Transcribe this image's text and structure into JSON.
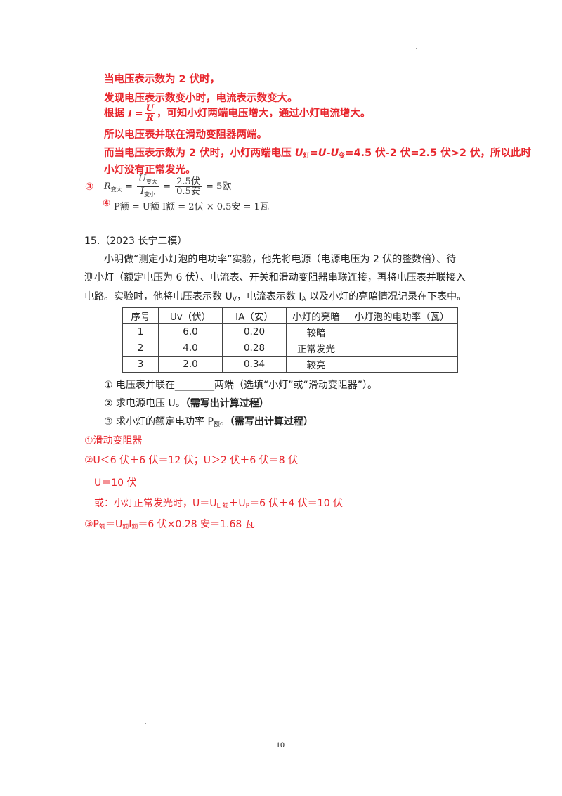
{
  "part_a": {
    "line1": "当电压表示数为 2 伏时，",
    "line2": "发现电压表示数变小时，电流表示数变大。",
    "line3_prefix": "根据",
    "line3_formula_lhs": "I =",
    "line3_num": "U",
    "line3_den": "R",
    "line3_suffix": "，可知小灯两端电压增大，通过小灯电流增大。",
    "line4": "所以电压表并联在滑动变阻器两端。",
    "line5_a": "而当电压表示数为 2 伏时，小灯两端电压 ",
    "line5_u1": "U",
    "line5_u1_sub": "灯",
    "line5_eq": "=",
    "line5_u2": "U",
    "line5_minus": "-",
    "line5_u3": "U",
    "line5_u3_sub": "变",
    "line5_b": "=4.5 伏-2 伏=2.5 伏>2 伏，所以此时",
    "line6": "小灯没有正常发光。",
    "item3_marker": "③",
    "r_symbol": "R",
    "r_sub": "变大",
    "r_eq1": "=",
    "r_num": "U",
    "r_num_sub": "变大",
    "r_den": "I",
    "r_den_sub": "变小",
    "r_eq2": "=",
    "r_num2": "2.5伏",
    "r_den2": "0.5安",
    "r_result": "= 5欧",
    "p_marker": "④",
    "p_formula": "P额 = U额 I额 = 2伏 × 0.5安 = 1瓦"
  },
  "question": {
    "number": "15.（2023 长宁二模）",
    "para1": "小明做“测定小灯泡的电功率”实验，他先将电源（电源电压为 2 伏的整数倍）、待",
    "para2": "测小灯（额定电压为 6 伏）、电流表、开关和滑动变阻器串联连接，再将电压表并联接入",
    "para3_a": "电路。实验时，他将电压表示数 U",
    "para3_sub1": "V",
    "para3_b": "，电流表示数 I",
    "para3_sub2": "A",
    "para3_c": " 以及小灯的亮暗情况记录在下表中。",
    "table": {
      "headers": [
        "序号",
        "Uv（伏）",
        "IA（安）",
        "小灯的亮暗",
        "小灯泡的电功率（瓦）"
      ],
      "rows": [
        [
          "1",
          "6.0",
          "0.20",
          "较暗",
          ""
        ],
        [
          "2",
          "4.0",
          "0.28",
          "正常发光",
          ""
        ],
        [
          "3",
          "2.0",
          "0.34",
          "较亮",
          ""
        ]
      ]
    },
    "sub1": "①  电压表并联在________两端（选填“小灯”或“滑动变阻器”）。",
    "sub2_a": "②  求电源电压 U。",
    "sub2_b": "（需写出计算过程）",
    "sub3_a": "③  求小灯的额定电功率 P",
    "sub3_sub": "额",
    "sub3_b": "。",
    "sub3_c": "（需写出计算过程）"
  },
  "answers": {
    "a1": "①滑动变阻器",
    "a2": "②U＜6 伏＋6 伏＝12 伏；U＞2 伏＋6 伏＝8 伏",
    "a3": "U＝10 伏",
    "a4_a": "或：小灯正常发光时，U＝U",
    "a4_sub1": "L 额",
    "a4_b": "＋U",
    "a4_sub2": "P",
    "a4_c": "＝6 伏＋4 伏＝10 伏",
    "a5_a": "③P",
    "a5_sub1": "额",
    "a5_b": "＝U",
    "a5_sub2": "额",
    "a5_c": "I",
    "a5_sub3": "额",
    "a5_d": "＝6 伏×0.28 安＝1.68 瓦"
  },
  "footer": {
    "page_number": "10"
  }
}
